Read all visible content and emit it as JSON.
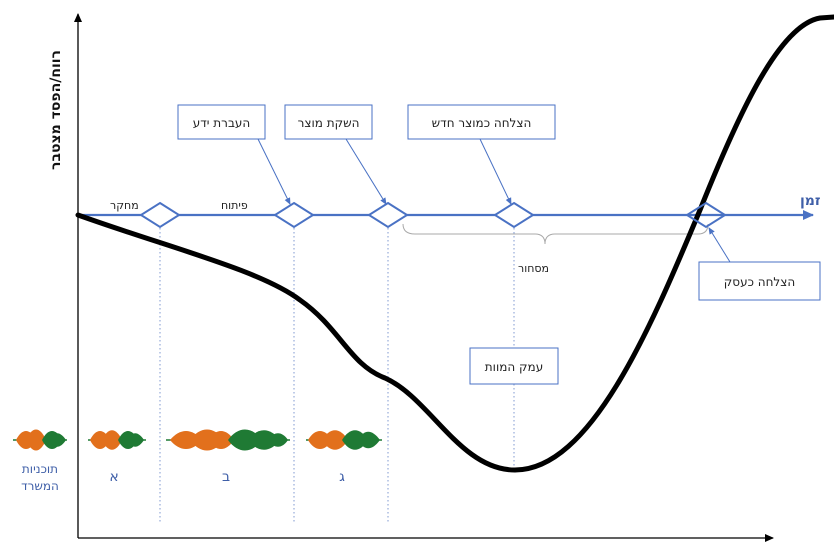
{
  "axes": {
    "y_label": "רווח/הפסד מצטבר",
    "x_label": "זמן"
  },
  "phases": {
    "research": "מחקר",
    "development": "פיתוח",
    "commercialization": "מסחור"
  },
  "milestones": {
    "knowledge_transfer": "העברת ידע",
    "product_launch": "השקת מוצר",
    "new_product_success": "הצלחה כמוצר חדש",
    "business_success": "הצלחה כעסק",
    "valley_of_death": "עמק המוות"
  },
  "programs": {
    "office_programs": "תוכניות המשרד",
    "office_programs_line1": "תוכניות",
    "office_programs_line2": "המשרד",
    "a": "א",
    "b": "ב",
    "c": "ג"
  },
  "colors": {
    "timeline": "#4a72c4",
    "curve": "#000000",
    "dotted": "#7f98d0",
    "leaf_orange": "#e2701c",
    "leaf_green": "#1f7a34",
    "program_text": "#3f5fa8"
  }
}
